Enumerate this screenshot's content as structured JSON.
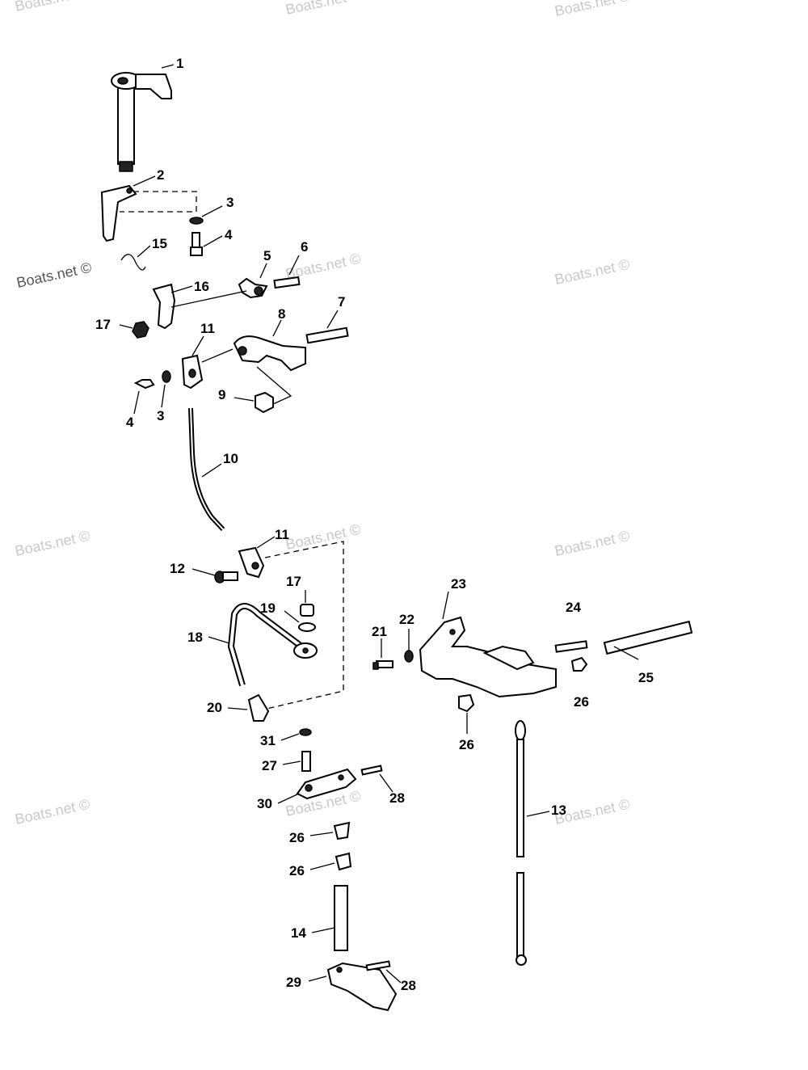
{
  "watermark": "Boats.net ©",
  "callouts": {
    "c1": "1",
    "c2": "2",
    "c3a": "3",
    "c4a": "4",
    "c15": "15",
    "c5": "5",
    "c6": "6",
    "c16": "16",
    "c7": "7",
    "c17a": "17",
    "c11a": "11",
    "c8": "8",
    "c9": "9",
    "c4b": "4",
    "c3b": "3",
    "c10": "10",
    "c11b": "11",
    "c12": "12",
    "c17b": "17",
    "c19": "19",
    "c23": "23",
    "c24": "24",
    "c22": "22",
    "c21": "21",
    "c18": "18",
    "c25": "25",
    "c20": "20",
    "c26a": "26",
    "c26b": "26",
    "c31": "31",
    "c27": "27",
    "c28a": "28",
    "c30": "30",
    "c13": "13",
    "c26c": "26",
    "c26d": "26",
    "c14": "14",
    "c29": "29",
    "c28b": "28"
  }
}
